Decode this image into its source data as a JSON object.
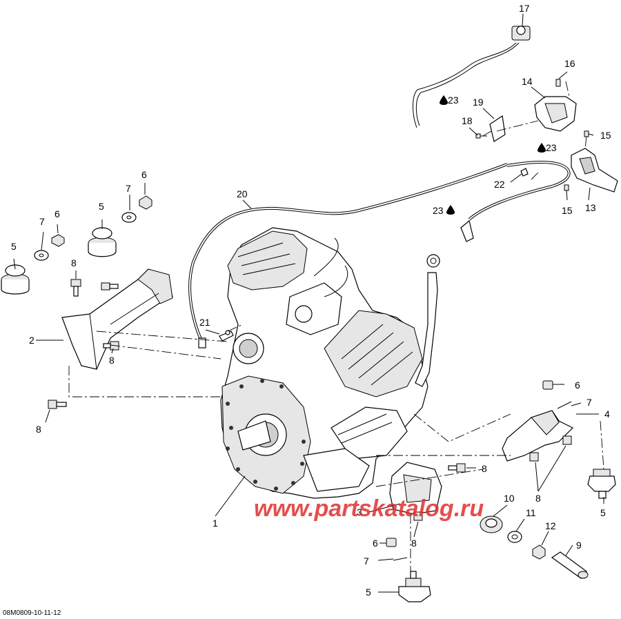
{
  "watermark": "www.partskatalog.ru",
  "reference_code": "08M0809-10-11-12",
  "callouts": {
    "c1": "1",
    "c2": "2",
    "c3": "3",
    "c4": "4",
    "c5a": "5",
    "c5b": "5",
    "c5c": "5",
    "c5d": "5",
    "c6a": "6",
    "c6b": "6",
    "c6c": "6",
    "c6d": "6",
    "c7a": "7",
    "c7b": "7",
    "c7c": "7",
    "c7d": "7",
    "c8a": "8",
    "c8b": "8",
    "c8c": "8",
    "c8d": "8",
    "c8e": "8",
    "c8f": "8",
    "c9": "9",
    "c10": "10",
    "c11": "11",
    "c12": "12",
    "c13": "13",
    "c14": "14",
    "c15a": "15",
    "c15b": "15",
    "c16": "16",
    "c17": "17",
    "c18": "18",
    "c19": "19",
    "c20": "20",
    "c21": "21",
    "c22": "22",
    "c23a": "23",
    "c23b": "23",
    "c23c": "23"
  },
  "icons": {
    "lubricant": "oil-drop-icon"
  }
}
